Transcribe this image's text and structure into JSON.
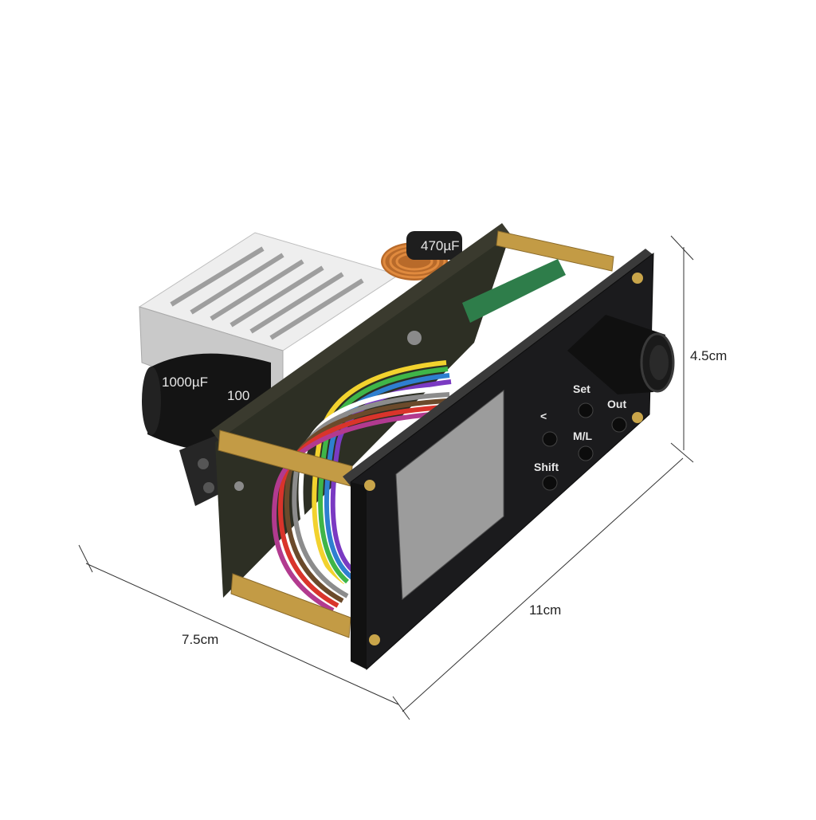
{
  "dimensions": {
    "height": "4.5cm",
    "length": "11cm",
    "depth": "7.5cm"
  },
  "panel": {
    "set_label": "Set",
    "ml_label": "M/L",
    "out_label": "Out",
    "shift_label": "Shift",
    "left_arrow": "<"
  },
  "capacitors": {
    "main_label_1": "1000µF",
    "main_label_2": "100",
    "top_label": "470µF"
  },
  "colors": {
    "panel": "#1c1c1e",
    "brass": "#b8943c",
    "screen": "#9a9a9a",
    "heatsink": "#d9d9d9"
  }
}
